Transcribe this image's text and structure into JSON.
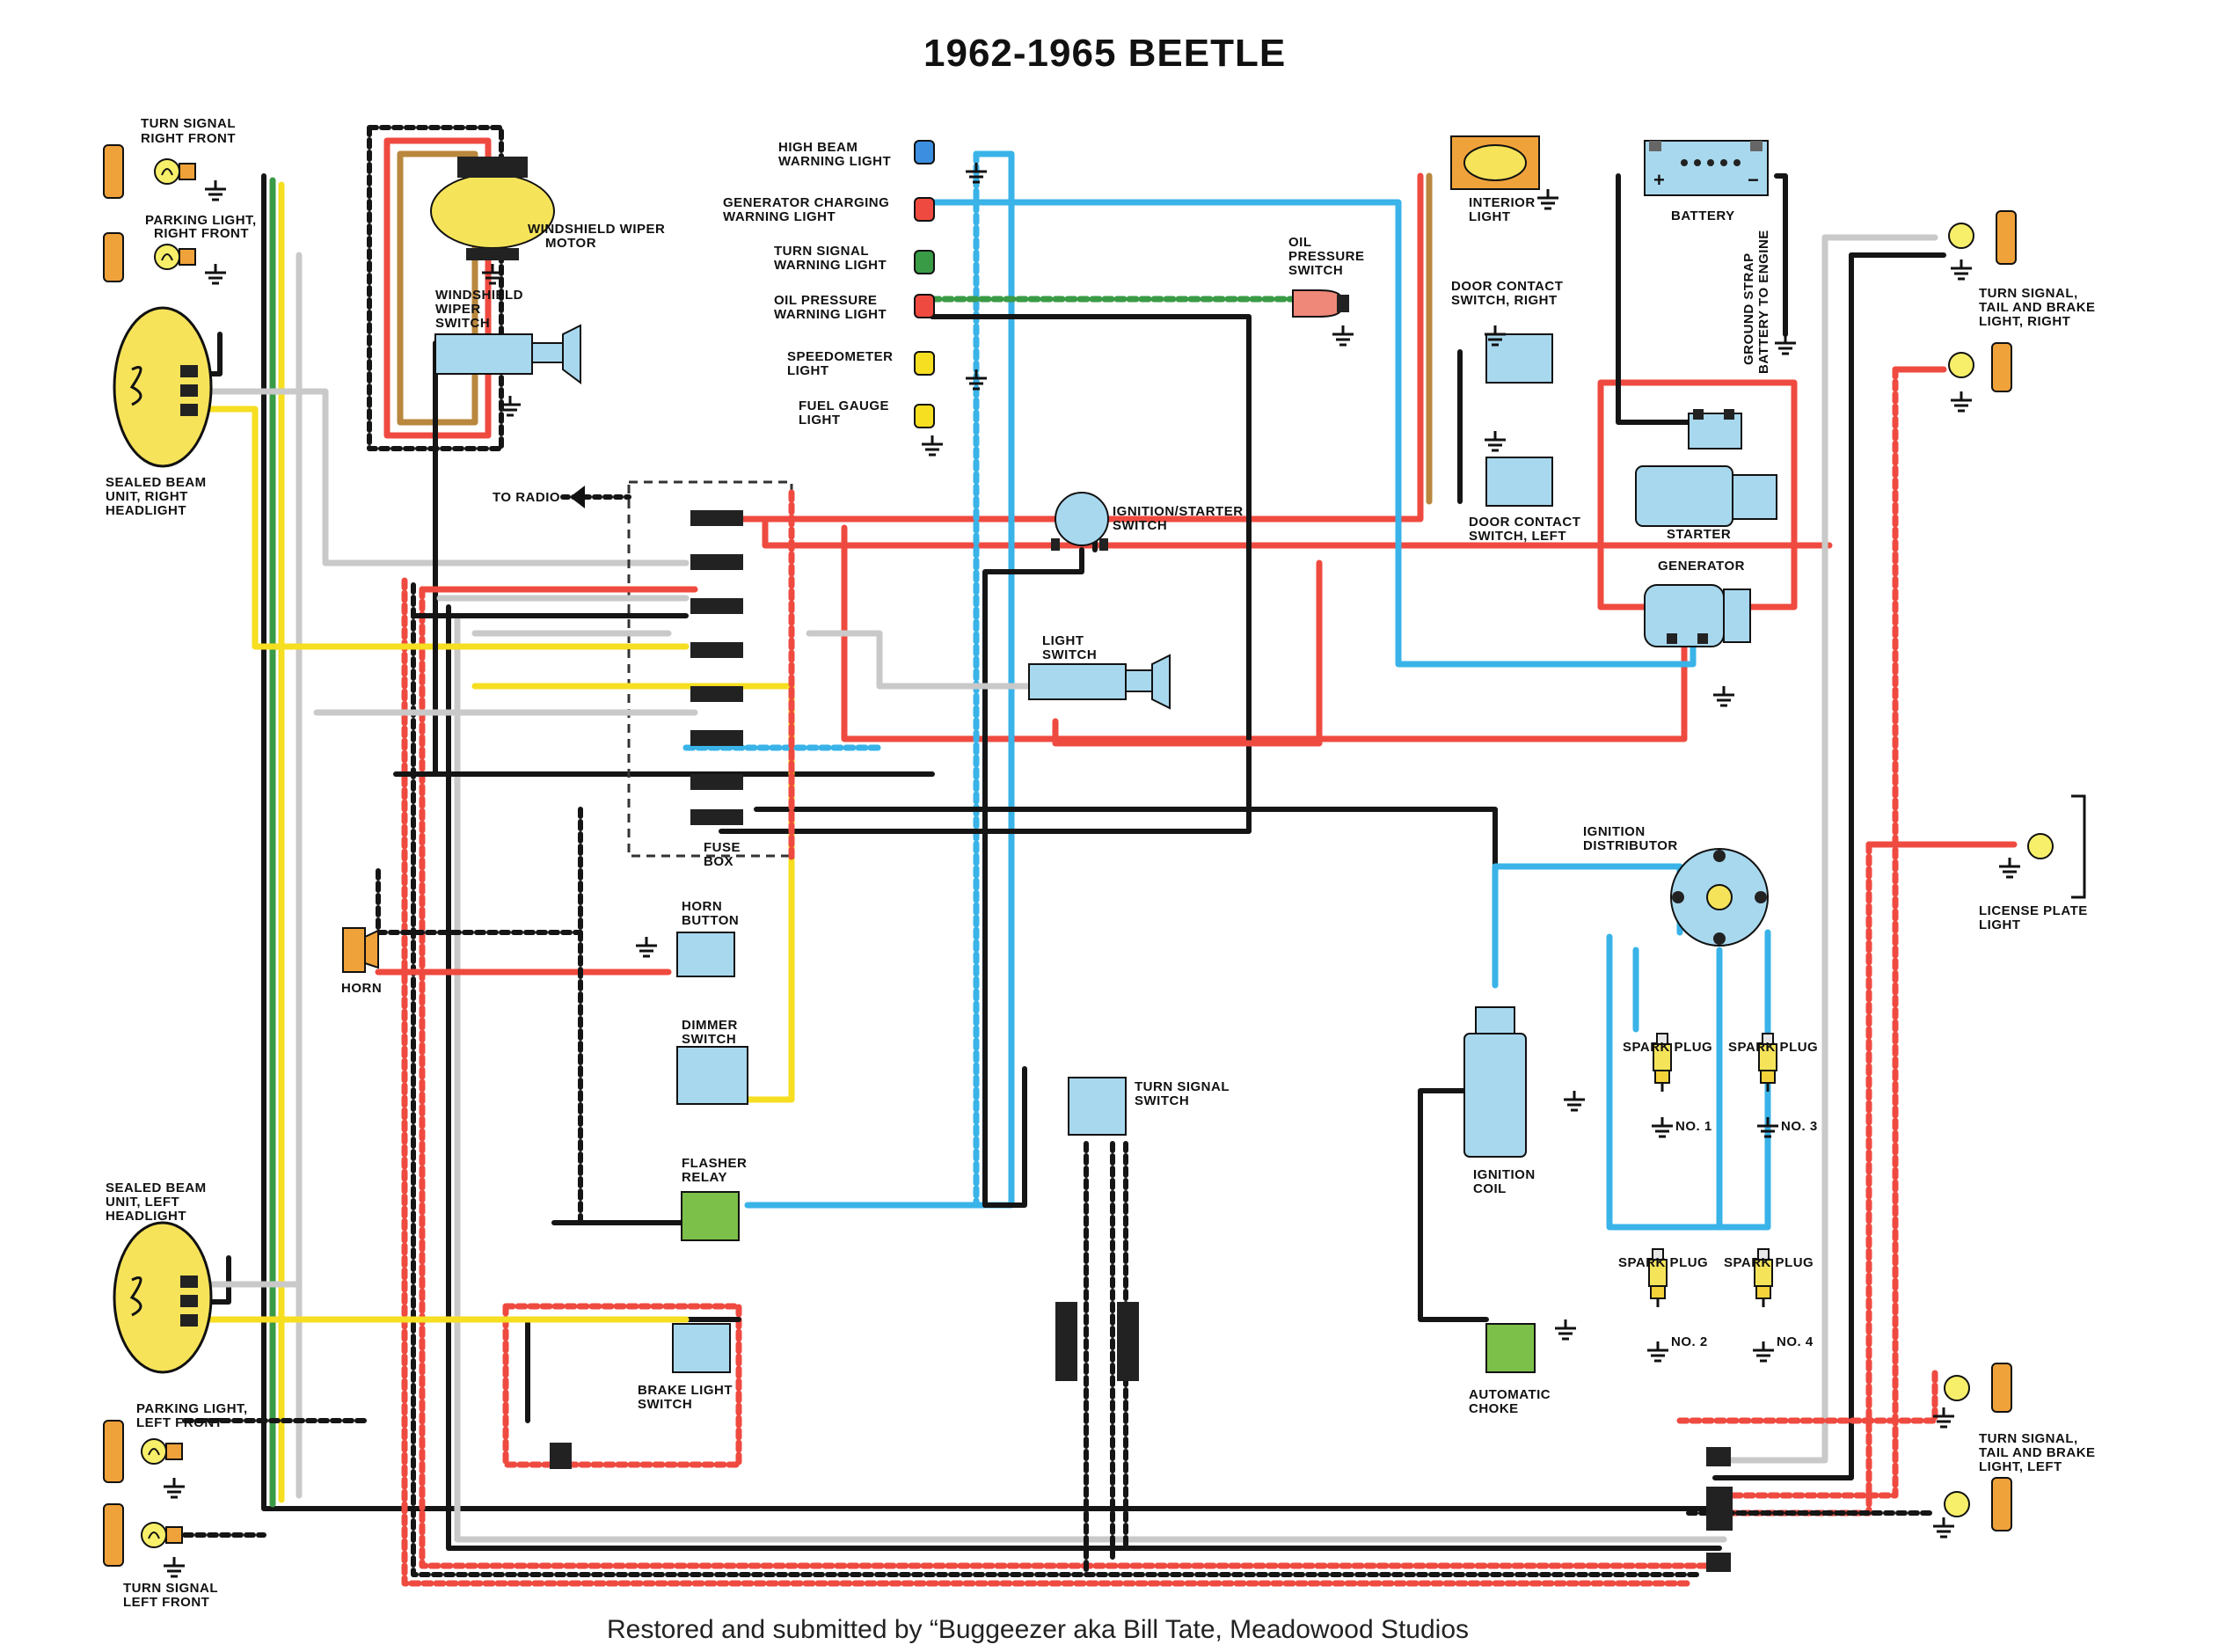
{
  "title": "1962-1965  BEETLE",
  "credit": "Restored and submitted by “Buggeezer aka Bill Tate, Meadowood Studios",
  "colors": {
    "black": "#151515",
    "red": "#ef4a40",
    "blue": "#39b3e8",
    "yellow": "#f6de21",
    "gray": "#c9c9c9",
    "green": "#3a9b46",
    "brown": "#b9873d",
    "component_yellow": "#f5e45a",
    "component_blue": "#a8d8ee",
    "relay_green": "#7cc04a",
    "lamp_orange": "#f0a23a"
  },
  "labels": {
    "turn_signal_right_front_1": "TURN SIGNAL",
    "turn_signal_right_front_2": "RIGHT FRONT",
    "parking_light_right_front_1": "PARKING LIGHT,",
    "parking_light_right_front_2": "RIGHT FRONT",
    "sealed_beam_right_1": "SEALED BEAM",
    "sealed_beam_right_2": "UNIT, RIGHT",
    "sealed_beam_right_3": "HEADLIGHT",
    "wiper_motor_1": "WINDSHIELD WIPER",
    "wiper_motor_2": "MOTOR",
    "wiper_switch_1": "WINDSHIELD",
    "wiper_switch_2": "WIPER",
    "wiper_switch_3": "SWITCH",
    "to_radio": "TO RADIO",
    "high_beam_1": "HIGH BEAM",
    "high_beam_2": "WARNING LIGHT",
    "generator_charging_1": "GENERATOR CHARGING",
    "generator_charging_2": "WARNING LIGHT",
    "turn_signal_warning_1": "TURN SIGNAL",
    "turn_signal_warning_2": "WARNING LIGHT",
    "oil_pressure_warning_1": "OIL PRESSURE",
    "oil_pressure_warning_2": "WARNING LIGHT",
    "speedometer_1": "SPEEDOMETER",
    "speedometer_2": "LIGHT",
    "fuel_gauge_1": "FUEL GAUGE",
    "fuel_gauge_2": "LIGHT",
    "oil_pressure_switch_1": "OIL",
    "oil_pressure_switch_2": "PRESSURE",
    "oil_pressure_switch_3": "SWITCH",
    "interior_light_1": "INTERIOR",
    "interior_light_2": "LIGHT",
    "battery": "BATTERY",
    "door_contact_right_1": "DOOR CONTACT",
    "door_contact_right_2": "SWITCH, RIGHT",
    "door_contact_left_1": "DOOR CONTACT",
    "door_contact_left_2": "SWITCH, LEFT",
    "ground_strap_1": "GROUND STRAP",
    "ground_strap_2": "BATTERY TO ENGINE",
    "starter": "STARTER",
    "generator": "GENERATOR",
    "ignition_switch_1": "IGNITION/STARTER",
    "ignition_switch_2": "SWITCH",
    "light_switch_1": "LIGHT",
    "light_switch_2": "SWITCH",
    "turn_signal_rear_right_1": "TURN SIGNAL,",
    "turn_signal_rear_right_2": "TAIL AND BRAKE",
    "turn_signal_rear_right_3": "LIGHT, RIGHT",
    "license_plate_1": "LICENSE PLATE",
    "license_plate_2": "LIGHT",
    "fuse_box_1": "FUSE",
    "fuse_box_2": "BOX",
    "horn_button_1": "HORN",
    "horn_button_2": "BUTTON",
    "horn": "HORN",
    "dimmer_switch_1": "DIMMER",
    "dimmer_switch_2": "SWITCH",
    "flasher_relay_1": "FLASHER",
    "flasher_relay_2": "RELAY",
    "turn_signal_switch_1": "TURN SIGNAL",
    "turn_signal_switch_2": "SWITCH",
    "ignition_distributor_1": "IGNITION",
    "ignition_distributor_2": "DISTRIBUTOR",
    "ignition_coil_1": "IGNITION",
    "ignition_coil_2": "COIL",
    "spark_plug_1": "SPARK PLUG",
    "spark_plug_3": "SPARK PLUG",
    "spark_plug_2": "SPARK PLUG",
    "spark_plug_4": "SPARK PLUG",
    "no_1": "NO. 1",
    "no_2": "NO. 2",
    "no_3": "NO. 3",
    "no_4": "NO. 4",
    "automatic_choke_1": "AUTOMATIC",
    "automatic_choke_2": "CHOKE",
    "sealed_beam_left_1": "SEALED BEAM",
    "sealed_beam_left_2": "UNIT, LEFT",
    "sealed_beam_left_3": "HEADLIGHT",
    "parking_light_left_front_1": "PARKING LIGHT,",
    "parking_light_left_front_2": "LEFT FRONT",
    "brake_light_switch_1": "BRAKE LIGHT",
    "brake_light_switch_2": "SWITCH",
    "turn_signal_rear_left_1": "TURN SIGNAL,",
    "turn_signal_rear_left_2": "TAIL AND BRAKE",
    "turn_signal_rear_left_3": "LIGHT, LEFT",
    "turn_signal_left_front_1": "TURN SIGNAL",
    "turn_signal_left_front_2": "LEFT FRONT"
  }
}
